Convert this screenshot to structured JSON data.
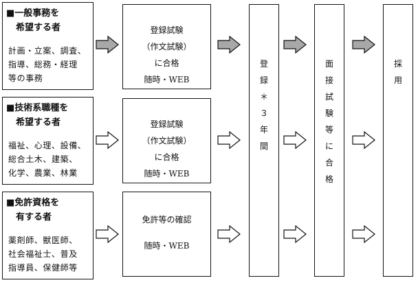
{
  "categories": [
    {
      "head1": "■一般事務を",
      "head2": "希望する者",
      "desc": [
        "計画・立案、調査、",
        "指導、総務・経理",
        "等の事務"
      ]
    },
    {
      "head1": "■技術系職種を",
      "head2": "希望する者",
      "desc": [
        "福祉、心理、設備、",
        "総合土木、建築、",
        "化学、農業、林業"
      ]
    },
    {
      "head1": "■免許資格を",
      "head2": "有する者",
      "desc": [
        "薬剤師、獣医師、",
        "社会福祉士、普及",
        "指導員、保健師等"
      ]
    }
  ],
  "exams": [
    {
      "lines": [
        "登録試験",
        "（作文試験）",
        "に合格",
        "随時・WEB"
      ]
    },
    {
      "lines": [
        "登録試験",
        "（作文試験）",
        "に合格",
        "随時・WEB"
      ]
    },
    {
      "lines": [
        "免許等の確認",
        "",
        "随時・WEB"
      ]
    }
  ],
  "registration": {
    "chars": [
      "登",
      "",
      "録",
      "",
      "＊",
      "３",
      "年",
      "間"
    ]
  },
  "interview": {
    "chars": [
      "面",
      "接",
      "試",
      "験",
      "等",
      "に",
      "合",
      "格"
    ]
  },
  "hire": {
    "chars": [
      "採",
      "",
      "用"
    ]
  },
  "colors": {
    "arrow_row1_fill": "#a8a8a8",
    "arrow_fill": "#ffffff",
    "stroke": "#111111"
  }
}
